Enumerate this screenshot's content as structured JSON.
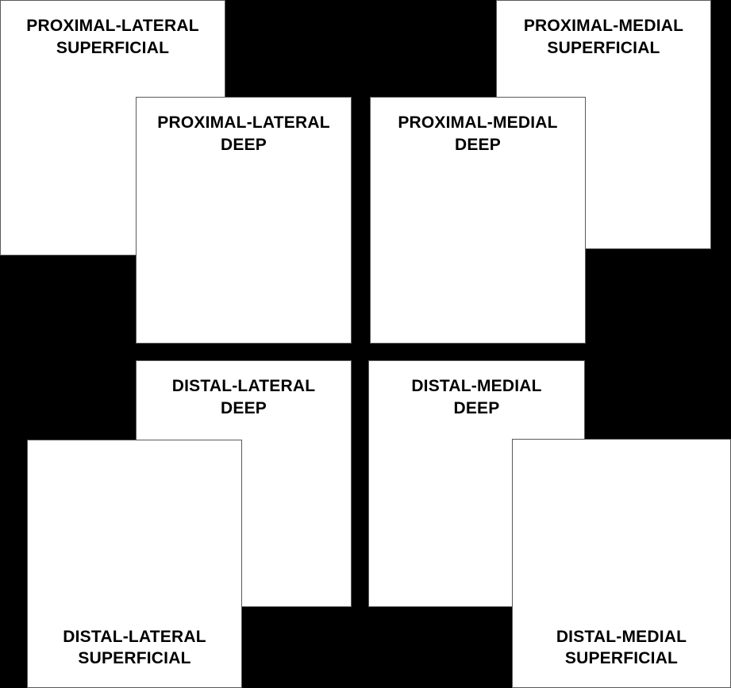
{
  "diagram": {
    "title": "",
    "background_color": "#000000",
    "panel_fill_color": "#ffffff",
    "panel_border_color": "#5a5a5a",
    "label_color": "#000000",
    "panels": [
      {
        "id": "proximal-lateral-superficial",
        "label": "PROXIMAL-LATERAL\nSUPERFICIAL",
        "line1": "PROXIMAL-LATERAL",
        "line2": "SUPERFICIAL",
        "quadrant": "top-left",
        "layer": "superficial",
        "label_position": "top"
      },
      {
        "id": "proximal-lateral-deep",
        "label": "PROXIMAL-LATERAL\nDEEP",
        "line1": "PROXIMAL-LATERAL",
        "line2": "DEEP",
        "quadrant": "top-left",
        "layer": "deep",
        "label_position": "top"
      },
      {
        "id": "proximal-medial-superficial",
        "label": "PROXIMAL-MEDIAL\nSUPERFICIAL",
        "line1": "PROXIMAL-MEDIAL",
        "line2": "SUPERFICIAL",
        "quadrant": "top-right",
        "layer": "superficial",
        "label_position": "top"
      },
      {
        "id": "proximal-medial-deep",
        "label": "PROXIMAL-MEDIAL\nDEEP",
        "line1": "PROXIMAL-MEDIAL",
        "line2": "DEEP",
        "quadrant": "top-right",
        "layer": "deep",
        "label_position": "top"
      },
      {
        "id": "distal-lateral-deep",
        "label": "DISTAL-LATERAL\nDEEP",
        "line1": "DISTAL-LATERAL",
        "line2": "DEEP",
        "quadrant": "bottom-left",
        "layer": "deep",
        "label_position": "top"
      },
      {
        "id": "distal-lateral-superficial",
        "label": "DISTAL-LATERAL\nSUPERFICIAL",
        "line1": "DISTAL-LATERAL",
        "line2": "SUPERFICIAL",
        "quadrant": "bottom-left",
        "layer": "superficial",
        "label_position": "bottom"
      },
      {
        "id": "distal-medial-deep",
        "label": "DISTAL-MEDIAL\nDEEP",
        "line1": "DISTAL-MEDIAL",
        "line2": "DEEP",
        "quadrant": "bottom-right",
        "layer": "deep",
        "label_position": "top"
      },
      {
        "id": "distal-medial-superficial",
        "label": "DISTAL-MEDIAL\nSUPERFICIAL",
        "line1": "DISTAL-MEDIAL",
        "line2": "SUPERFICIAL",
        "quadrant": "bottom-right",
        "layer": "superficial",
        "label_position": "bottom"
      }
    ]
  }
}
